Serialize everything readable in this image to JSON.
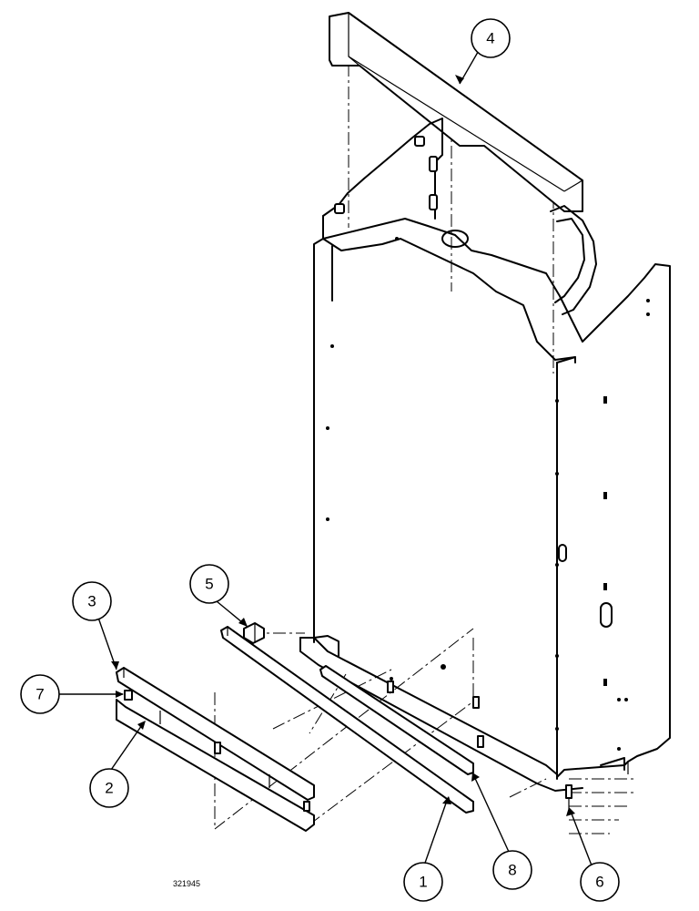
{
  "drawing": {
    "drawing_number": "321945",
    "callouts": [
      {
        "id": "c1",
        "label": "1"
      },
      {
        "id": "c2",
        "label": "2"
      },
      {
        "id": "c3",
        "label": "3"
      },
      {
        "id": "c4",
        "label": "4"
      },
      {
        "id": "c5",
        "label": "5"
      },
      {
        "id": "c6",
        "label": "6"
      },
      {
        "id": "c7",
        "label": "7"
      },
      {
        "id": "c8",
        "label": "8"
      }
    ]
  }
}
